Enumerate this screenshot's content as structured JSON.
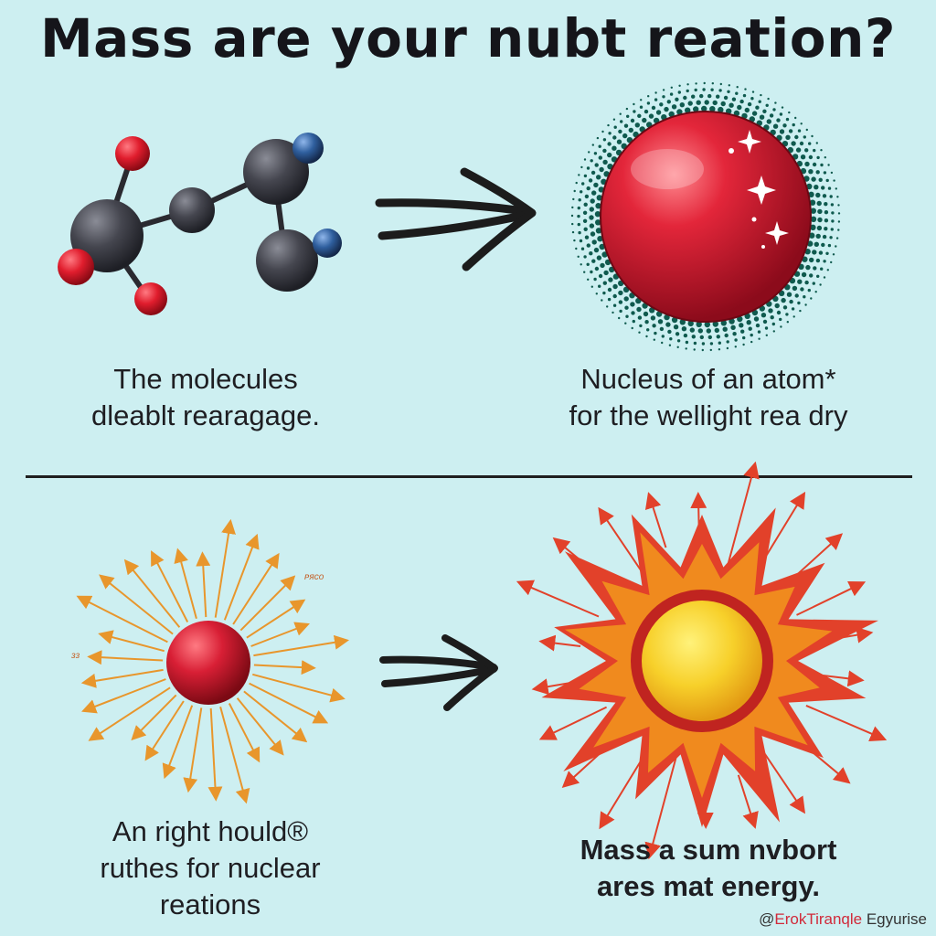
{
  "title": "Mass are your nubt reation?",
  "top_left_caption": [
    "The molecules",
    "dleablt rearagage."
  ],
  "top_right_caption": [
    "Nucleus of an atom*",
    "for the wellight rea dry"
  ],
  "bottom_left_caption": [
    "An right hould®",
    "ruthes for nuclear",
    "reations"
  ],
  "bottom_right_caption": [
    "Mass a sum nvbort",
    "ares mat energy."
  ],
  "small_label_right": "ᴘᴙco",
  "small_label_left": "ɜɜ",
  "credit": {
    "prefix": "@",
    "brand": "ErokTiranqle",
    "suffix": " Egyurise"
  },
  "colors": {
    "background": "#cdeff1",
    "atom_red": "#d81f35",
    "atom_gray": "#3f4048",
    "atom_blue": "#2f5f9e",
    "ray_orange": "#e8962c",
    "sun_yellow": "#f7d02a",
    "burst_orange": "#f08a1e",
    "burst_red": "#e2412a"
  }
}
